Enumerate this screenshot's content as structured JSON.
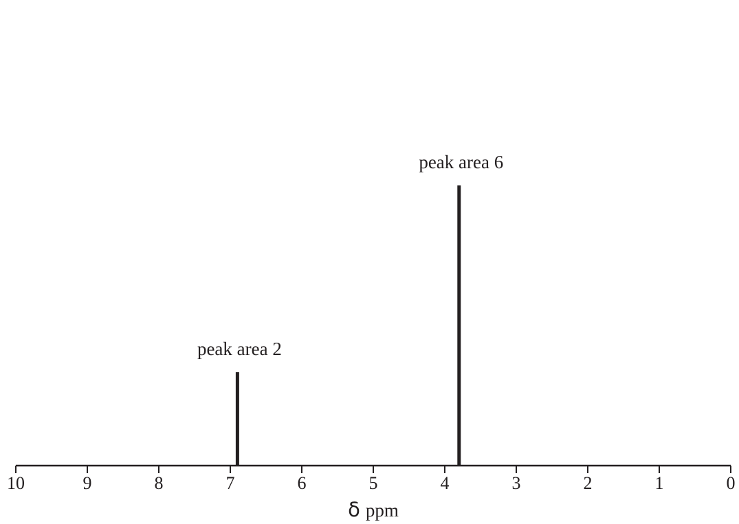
{
  "chart_data": {
    "type": "bar",
    "xlabel_symbol": "δ",
    "xlabel_unit": "ppm",
    "xlim": [
      10,
      0
    ],
    "x_reversed": true,
    "xticks": [
      10,
      9,
      8,
      7,
      6,
      5,
      4,
      3,
      2,
      1,
      0
    ],
    "peaks": [
      {
        "x": 6.9,
        "area": 2,
        "label": "peak area 2"
      },
      {
        "x": 3.8,
        "area": 6,
        "label": "peak area 6"
      }
    ],
    "grid": false,
    "colors": {
      "ink": "#231f20",
      "background": "#ffffff"
    }
  }
}
